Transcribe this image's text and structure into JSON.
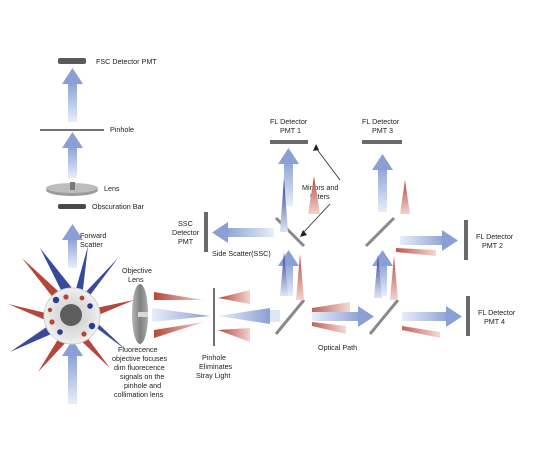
{
  "labels": {
    "fsc_pmt": "FSC Detector PMT",
    "pinhole_top": "Pinhole",
    "lens": "Lens",
    "obscuration_bar": "Obscuration Bar",
    "forward_scatter": [
      "Forward",
      "Scatter"
    ],
    "objective_lens": [
      "Objective",
      "Lens"
    ],
    "fluorescence_note": [
      "Fluorecence",
      "objective focuses",
      "dim fluorecence",
      "signals on the",
      "pinhole and",
      "collimation lens"
    ],
    "pinhole_note": [
      "Pinhole",
      "Eliminates",
      "Stray Light"
    ],
    "ssc_detector": [
      "SSC",
      "Detector",
      "PMT"
    ],
    "side_scatter": "Side Scatter(SSC)",
    "mirrors_filters": [
      "Mirrors and",
      "Filters"
    ],
    "fl_pmt1": [
      "FL Detector",
      "PMT 1"
    ],
    "fl_pmt3": [
      "FL Detector",
      "PMT 3"
    ],
    "fl_pmt2": [
      "FL Detector",
      "PMT 2"
    ],
    "fl_pmt4": [
      "FL Detector",
      "PMT 4"
    ],
    "optical_path": "Optical Path"
  },
  "colors": {
    "beam": "#9db0dc",
    "beam_light": "#e8eef9",
    "red": "#b5473a",
    "blue": "#2a3c8f",
    "detector": "#6a6a6a",
    "mirror": "#8a8a8a"
  }
}
